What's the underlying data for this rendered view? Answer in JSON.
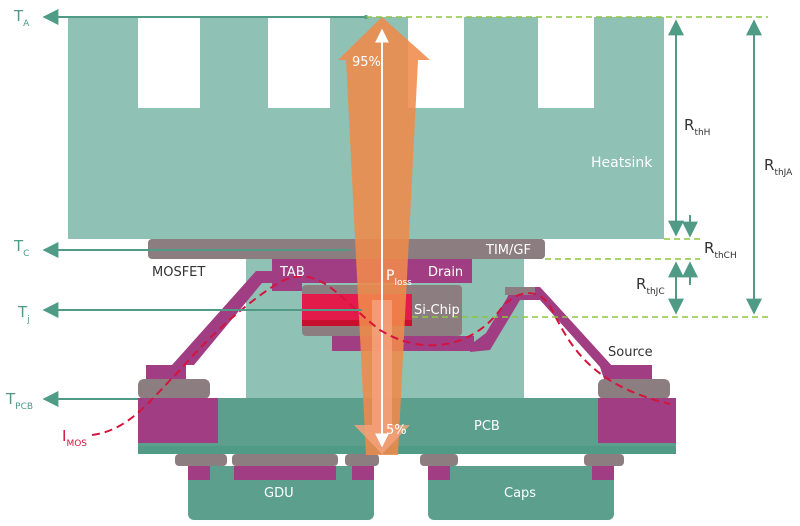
{
  "colors": {
    "teal_light": "#8fc1b5",
    "teal_mid": "#5b9f8c",
    "teal_dark": "#4f9b86",
    "purple": "#a13d83",
    "gray": "#8c7d80",
    "red_chip": "#e31b4a",
    "orange": "#f08a4b",
    "salmon": "#f5a17a",
    "dashed_green": "#8dc63f",
    "dashed_red": "#d4143c",
    "arrow_teal": "#4f9b86"
  },
  "temps": {
    "ta_main": "T",
    "ta_sub": "A",
    "tc_main": "T",
    "tc_sub": "C",
    "tj_main": "T",
    "tj_sub": "j",
    "tpcb_main": "T",
    "tpcb_sub": "PCB"
  },
  "resistances": {
    "rthh_main": "R",
    "rthh_sub": "thH",
    "rthch_main": "R",
    "rthch_sub": "thCH",
    "rthjc_main": "R",
    "rthjc_sub": "thJC",
    "rthja_main": "R",
    "rthja_sub": "thJA"
  },
  "labels": {
    "heatsink": "Heatsink",
    "tim": "TIM/GF",
    "mosfet": "MOSFET",
    "tab": "TAB",
    "drain": "Drain",
    "sichip": "Si-Chip",
    "source": "Source",
    "pcb": "PCB",
    "gdu": "GDU",
    "caps": "Caps",
    "imos_main": "I",
    "imos_sub": "MOS",
    "ploss_main": "P",
    "ploss_sub": "loss",
    "pct_up": "95%",
    "pct_down": "5%"
  }
}
